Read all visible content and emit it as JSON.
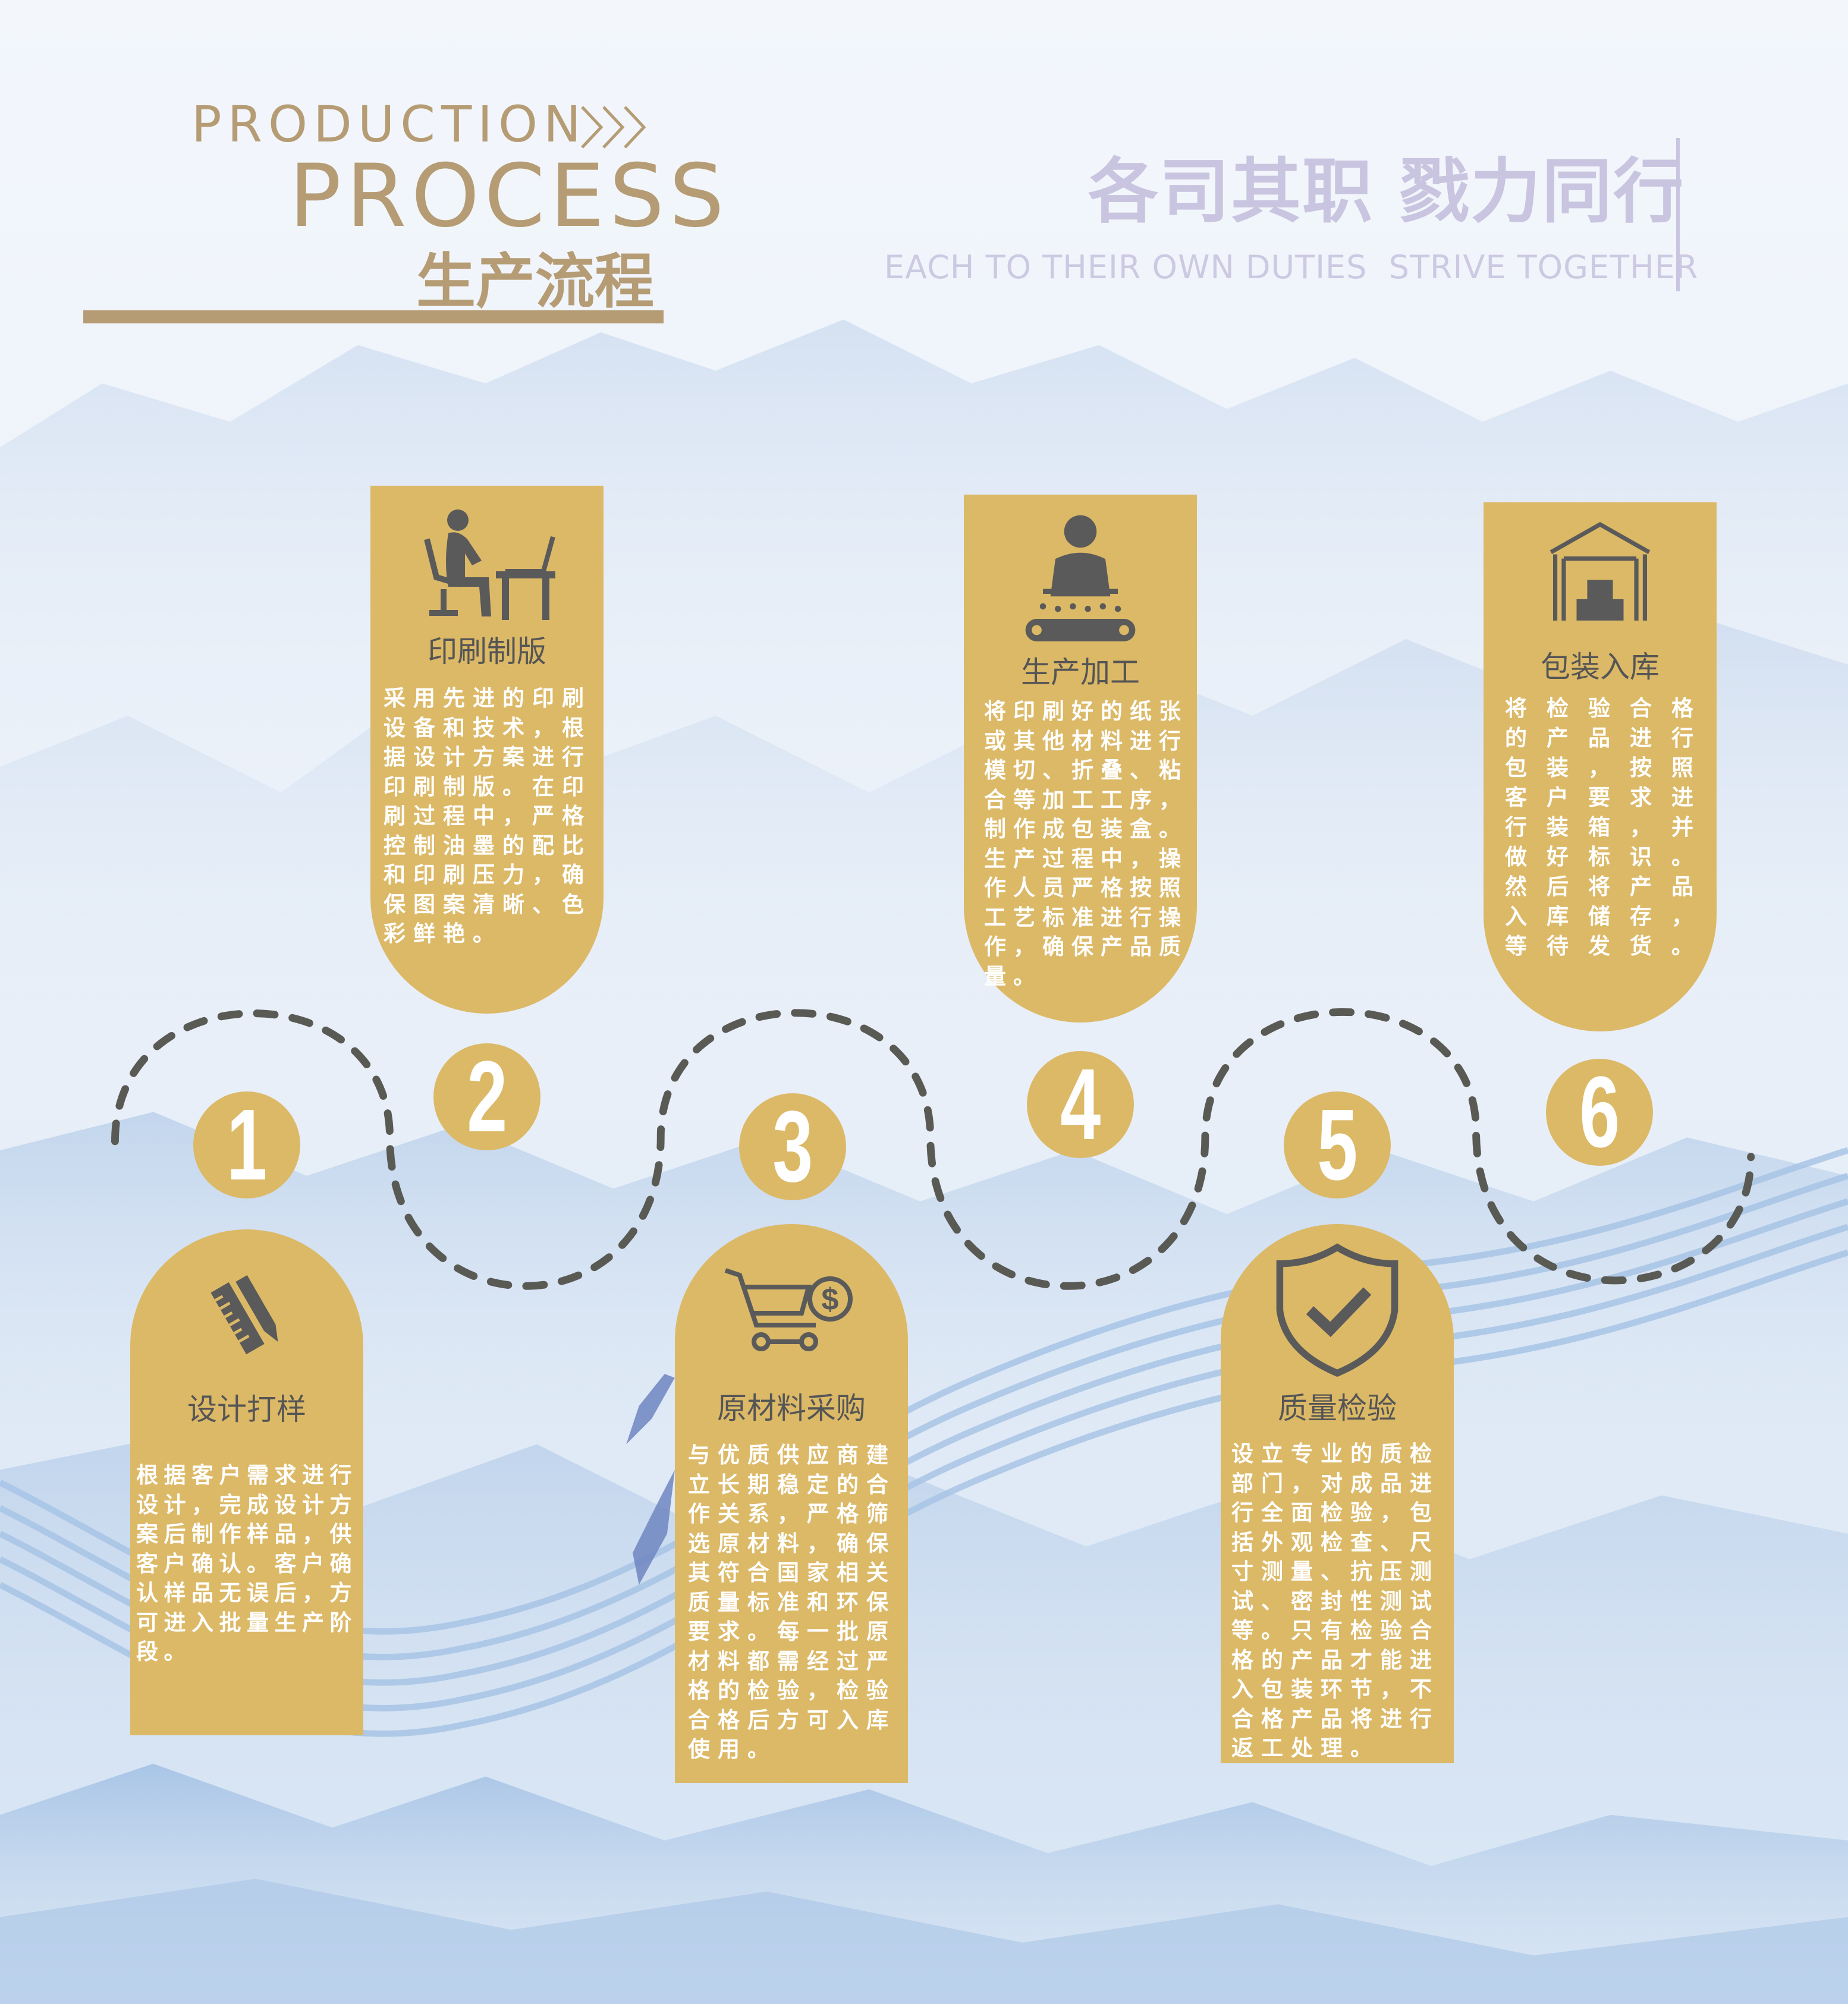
{
  "header": {
    "title_en_line1": "PRODUCTION",
    "title_en_line2": "PROCESS",
    "title_cn": "生产流程",
    "slogan_cn": "各司其职 戮力同行",
    "slogan_en": "EACH TO THEIR OWN DUTIES  STRIVE TOGETHER"
  },
  "colors": {
    "gold_card": "#dcb967",
    "title_tan": "#b59c74",
    "slogan_lavender": "#c9c4df",
    "dashed_path": "#5a5a55"
  },
  "steps": [
    {
      "number": "1",
      "icon": "pencil-ruler-icon",
      "title": "设计打样",
      "text": "根据客户需求进行设计，完成设计方案后制作样品，供客户确认。客户确认样品无误后，方可进入批量生产阶段。"
    },
    {
      "number": "2",
      "icon": "person-at-desk-icon",
      "title": "印刷制版",
      "text": "采用先进的印刷设备和技术，根据设计方案进行印刷制版。在印刷过程中，严格控制油墨的配比和印刷压力，确保图案清晰、色彩鲜艳。"
    },
    {
      "number": "3",
      "icon": "shopping-cart-dollar-icon",
      "title": "原材料采购",
      "text": "与优质供应商建立长期稳定的合作关系，严格筛选原材料，确保其符合国家相关质量标准和环保要求。每一批原材料都需经过严格的检验，检验合格后方可入库使用。"
    },
    {
      "number": "4",
      "icon": "worker-conveyor-icon",
      "title": "生产加工",
      "text": "将印刷好的纸张或其他材料进行模切、折叠、粘合等加工工序，制作成包装盒。生产过程中，操作人员严格按照工艺标准进行操作，确保产品质量。"
    },
    {
      "number": "5",
      "icon": "shield-check-icon",
      "title": "质量检验",
      "text": "设立专业的质检部门，对成品进行全面检验，包括外观检查、尺寸测量、抗压测试、密封性测试等。只有检验合格的产品才能进入包装环节，不合格产品将进行返工处理。"
    },
    {
      "number": "6",
      "icon": "warehouse-icon",
      "title": "包装入库",
      "text": "将检验合格的产品进行包装，按照客户要求进行装箱，并做好标识。然后将产品入库储存，等待发货。"
    }
  ]
}
